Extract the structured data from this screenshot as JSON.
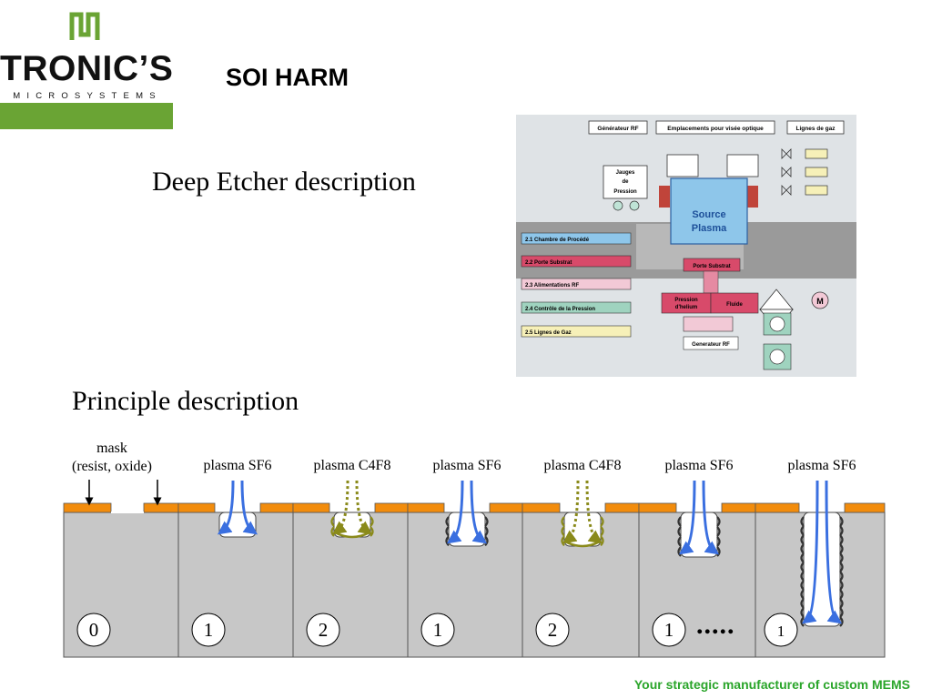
{
  "logo": {
    "name": "TRONIC’S",
    "subtitle": "MICROSYSTEMS"
  },
  "slide": {
    "title": "SOI HARM",
    "heading_etcher": "Deep Etcher description",
    "heading_principle": "Principle description"
  },
  "schematic": {
    "top_boxes": [
      "Générateur RF",
      "Emplacements pour visée optique",
      "Lignes de gaz"
    ],
    "gauge_lines": [
      "Jauges",
      "de",
      "Pression"
    ],
    "source_lines": [
      "Source",
      "Plasma"
    ],
    "legend": [
      {
        "label": "2.1 Chambre de Procédé",
        "color": "#8ec6ea"
      },
      {
        "label": "2.2 Porte Substrat",
        "color": "#d84a6a"
      },
      {
        "label": "2.3 Alimentations RF",
        "color": "#f2c9d6"
      },
      {
        "label": "2.4 Contrôle de la Pression",
        "color": "#9fd3bf"
      },
      {
        "label": "2.5 Lignes de Gaz",
        "color": "#f6f0b8"
      }
    ],
    "porte_substrat": "Porte Substrat",
    "pression_lines": [
      "Pression",
      "d'helium"
    ],
    "fluide": "Fluide",
    "generateur_bottom": "Generateur RF",
    "motor": "M"
  },
  "mask": {
    "line1": "mask",
    "line2": "(resist, oxide)"
  },
  "steps": [
    {
      "plasma": "",
      "number": "0",
      "gas": "none"
    },
    {
      "plasma": "plasma SF6",
      "number": "1",
      "gas": "SF6"
    },
    {
      "plasma": "plasma C4F8",
      "number": "2",
      "gas": "C4F8"
    },
    {
      "plasma": "plasma SF6",
      "number": "1",
      "gas": "SF6"
    },
    {
      "plasma": "plasma C4F8",
      "number": "2",
      "gas": "C4F8"
    },
    {
      "plasma": "plasma SF6",
      "number": "1",
      "gas": "SF6"
    },
    {
      "plasma": "plasma SF6",
      "number": "1",
      "gas": "SF6"
    }
  ],
  "ellipsis": ".....",
  "footer": "Your strategic manufacturer of custom MEMS",
  "colors": {
    "logo_green": "#6aa434",
    "mask_orange": "#f28c0c",
    "silicon_gray": "#c7c7c7",
    "sf6_blue": "#3a6fe0",
    "c4f8_olive": "#8a8a1a",
    "footer_green": "#2aa52a"
  }
}
